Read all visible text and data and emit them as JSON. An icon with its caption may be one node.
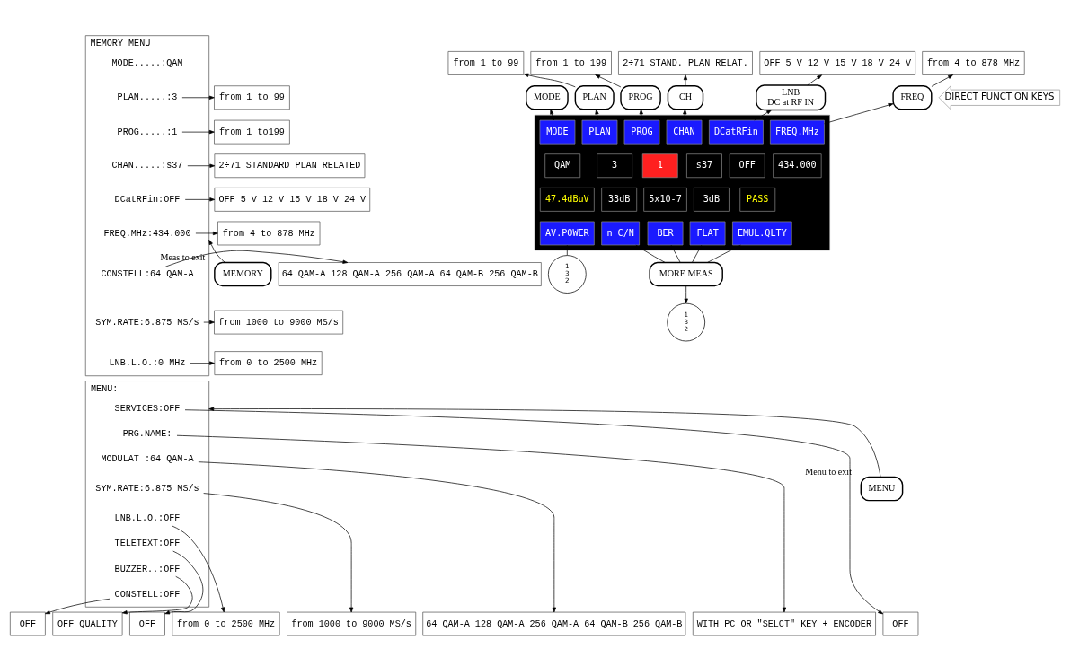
{
  "diagram": {
    "nodes": [
      {
        "text": [
          "MEMORY MENU"
        ]
      },
      {
        "text": [
          "MODE.....:QAM"
        ],
        "in": 0
      },
      {
        "text": [
          "PLAN.....:3"
        ],
        "in": 0
      },
      {
        "text": [
          "PROG.....:1"
        ],
        "in": 0
      },
      {
        "text": [
          "CHAN.....:s37"
        ],
        "in": 0
      },
      {
        "text": [
          "DCatRFin:OFF"
        ],
        "in": 0
      },
      {
        "text": [
          "FREQ.MHz:434.000"
        ],
        "in": 0
      },
      {
        "text": [
          "CONSTELL:64 QAM-A"
        ],
        "in": 0
      },
      {
        "text": [
          "SYM.RATE:6.875 MS/s"
        ],
        "in": 0
      },
      {
        "text": [
          "LNB.L.O.:0 MHz"
        ],
        "in": 0
      },
      {
        "text": [
          "MENU:"
        ]
      },
      {
        "text": [
          "SERVICES:OFF"
        ],
        "in": 10
      },
      {
        "text": [
          "PRG.NAME:"
        ],
        "in": 10
      },
      {
        "text": [
          "MODULAT :64 QAM-A"
        ],
        "in": 10
      },
      {
        "text": [
          "SYM.RATE:6.875 MS/s"
        ],
        "in": 10
      },
      {
        "text": [
          "LNB.L.O.:OFF"
        ],
        "in": 10
      },
      {
        "text": [
          "TELETEXT:OFF"
        ],
        "in": 10
      },
      {
        "text": [
          "BUZZER..:OFF"
        ],
        "in": 10
      },
      {
        "text": [
          "CONSTELL:OFF"
        ],
        "in": 10
      },
      {
        "text": [
          "from 1 to 99"
        ]
      },
      {
        "text": [
          "from 1 to199"
        ]
      },
      {
        "text": [
          "2÷71 STANDARD PLAN RELATED"
        ]
      },
      {
        "text": [
          "OFF 5 V 12 V 15 V 18 V 24 V"
        ]
      },
      {
        "text": [
          "from 4 to 878 MHz"
        ]
      },
      {
        "text": [
          "64 QAM-A 128 QAM-A 256 QAM-A 64 QAM-B 256 QAM-B"
        ]
      },
      {
        "text": [
          "from 1000 to 9000 MS/s"
        ]
      },
      {
        "text": [
          "from 0 to 2500 MHz"
        ]
      },
      {
        "text": [
          "OFF"
        ]
      },
      {
        "text": [
          "WITH PC OR \"SELCT\" KEY + ENCODER"
        ]
      },
      {
        "text": [
          "64 QAM-A 128 QAM-A 256 QAM-A 64 QAM-B 256 QAM-B"
        ]
      },
      {
        "text": [
          "from 1000 to 9000 MS/s"
        ]
      },
      {
        "text": [
          "from 0 to 2500 MHz"
        ]
      },
      {
        "text": [
          "OFF"
        ]
      },
      {
        "text": [
          "OFF QUALITY"
        ]
      },
      {
        "text": [
          "OFF"
        ]
      },
      {
        "text": [
          "MEMORY"
        ],
        "beside": [
          "Meas to exit"
        ]
      },
      {
        "text": [
          "MENU"
        ],
        "beside": [
          "Menu to exit"
        ]
      },
      {
        "text": [
          "MODE"
        ]
      },
      {
        "text": [
          "PLAN"
        ]
      },
      {
        "text": [
          "PROG"
        ]
      },
      {
        "text": [
          "CH"
        ]
      },
      {
        "text": [
          "LNB",
          "DC at RF IN"
        ]
      },
      {
        "text": [
          "FREQ"
        ]
      },
      {
        "text": [
          "from 1 to 99"
        ]
      },
      {
        "text": [
          "from 1 to 199"
        ]
      },
      {
        "text": [
          "2÷71 STAND. PLAN RELAT."
        ]
      },
      {
        "text": [
          "OFF 5 V 12 V 15 V 18 V 24 V"
        ]
      },
      {
        "text": [
          "from 4 to 878 MHz"
        ]
      },
      {
        "text": [
          "DIRECT FUNCTION KEYS"
        ]
      },
      {
        "text": [],
        "shape": "box"
      },
      {
        "text": [
          "MODE"
        ],
        "in": 49
      },
      {
        "text": [
          "PLAN"
        ],
        "in": 49
      },
      {
        "text": [
          "PROG"
        ],
        "in": 49
      },
      {
        "text": [
          "CHAN"
        ],
        "in": 49
      },
      {
        "text": [
          "DCatRFin"
        ],
        "in": 49
      },
      {
        "text": [
          "FREQ.MHz"
        ],
        "in": 49
      },
      {
        "text": [
          "QAM"
        ],
        "in": 49
      },
      {
        "text": [
          "3"
        ],
        "in": 49
      },
      {
        "text": [
          "1"
        ],
        "in": 49
      },
      {
        "text": [
          "s37"
        ],
        "in": 49
      },
      {
        "text": [
          "OFF"
        ],
        "in": 49
      },
      {
        "text": [
          "434.000"
        ],
        "in": 49
      },
      {
        "text": [
          "47.4dBuV"
        ],
        "in": 49
      },
      {
        "text": [
          "33dB"
        ],
        "in": 49
      },
      {
        "text": [
          "5x10-7"
        ],
        "in": 49
      },
      {
        "text": [
          "3dB"
        ],
        "in": 49
      },
      {
        "text": [
          "PASS"
        ],
        "in": 49
      },
      {
        "text": [
          "AV.POWER"
        ],
        "in": 49
      },
      {
        "text": [
          "n C/N"
        ],
        "in": 49
      },
      {
        "text": [
          "BER"
        ],
        "in": 49
      },
      {
        "text": [
          "FLAT"
        ],
        "in": 49
      },
      {
        "text": [
          "EMUL.QLTY"
        ],
        "in": 49
      },
      {
        "text": [
          "1",
          "3",
          "2"
        ]
      },
      {
        "text": [
          "MORE MEAS"
        ]
      },
      {
        "text": [
          "1",
          "3",
          "2"
        ]
      }
    ],
    "edges": [
      {
        "from": 2,
        "to": 19,
        "arrow": "to"
      },
      {
        "from": 3,
        "to": 20,
        "arrow": "to"
      },
      {
        "from": 4,
        "to": 21,
        "arrow": "to"
      },
      {
        "from": 5,
        "to": 22,
        "arrow": "to"
      },
      {
        "from": 6,
        "to": 23,
        "arrow": "to"
      },
      {
        "from": 7,
        "to": 24,
        "arrow": "to"
      },
      {
        "from": 8,
        "to": 25,
        "arrow": "to"
      },
      {
        "from": 9,
        "to": 26,
        "arrow": "to"
      },
      {
        "from": 11,
        "to": 27,
        "arrow": "to"
      },
      {
        "from": 12,
        "to": 28,
        "arrow": "to"
      },
      {
        "from": 13,
        "to": 29,
        "arrow": "to"
      },
      {
        "from": 14,
        "to": 30,
        "arrow": "to"
      },
      {
        "from": 15,
        "to": 31,
        "arrow": "to"
      },
      {
        "from": 16,
        "to": 32,
        "arrow": "to"
      },
      {
        "from": 17,
        "to": 33,
        "arrow": "to"
      },
      {
        "from": 18,
        "to": 34,
        "arrow": "to"
      },
      {
        "from": 35,
        "to": 0,
        "arrow": "to"
      },
      {
        "from": 36,
        "to": 10,
        "arrow": "to"
      },
      {
        "from": 50,
        "to": 37,
        "arrow": "to"
      },
      {
        "from": 51,
        "to": 38,
        "arrow": "to"
      },
      {
        "from": 52,
        "to": 39,
        "arrow": "to"
      },
      {
        "from": 53,
        "to": 40,
        "arrow": "to"
      },
      {
        "from": 54,
        "to": 41,
        "arrow": "to"
      },
      {
        "from": 55,
        "to": 42,
        "arrow": "to"
      },
      {
        "from": 38,
        "to": 43,
        "arrow": "to"
      },
      {
        "from": 39,
        "to": 44,
        "arrow": "to"
      },
      {
        "from": 40,
        "to": 45,
        "arrow": "to"
      },
      {
        "from": 41,
        "to": 46,
        "arrow": "to"
      },
      {
        "from": 42,
        "to": 47,
        "arrow": "to"
      },
      {
        "from": 67,
        "to": 72,
        "arrow": "none"
      },
      {
        "from": 68,
        "to": 73,
        "arrow": "none"
      },
      {
        "from": 69,
        "to": 73,
        "arrow": "none"
      },
      {
        "from": 70,
        "to": 73,
        "arrow": "none"
      },
      {
        "from": 71,
        "to": 73,
        "arrow": "none"
      },
      {
        "from": 73,
        "to": 74,
        "arrow": "to"
      }
    ]
  }
}
